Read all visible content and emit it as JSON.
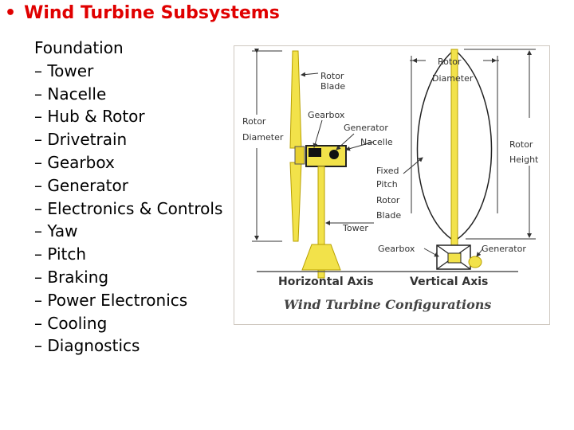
{
  "slide": {
    "bullet": "•",
    "title": "Wind Turbine Subsystems",
    "items": [
      "Foundation",
      "– Tower",
      "– Nacelle",
      "– Hub & Rotor",
      "– Drivetrain",
      "– Gearbox",
      "– Generator",
      "– Electronics & Controls",
      "– Yaw",
      "– Pitch",
      "– Braking",
      "– Power Electronics",
      "– Cooling",
      "– Diagnostics"
    ]
  },
  "figure": {
    "labels": {
      "rotor_blade_1": "Rotor",
      "rotor_blade_2": "Blade",
      "rotor_diameter_left_1": "Rotor",
      "rotor_diameter_left_2": "Diameter",
      "gearbox_top": "Gearbox",
      "generator_top": "Generator",
      "nacelle": "Nacelle",
      "fixed_1": "Fixed",
      "fixed_2": "Pitch",
      "fixed_3": "Rotor",
      "fixed_4": "Blade",
      "tower": "Tower",
      "rotor_diameter_right_1": "Rotor",
      "rotor_diameter_right_2": "Diameter",
      "rotor_height_1": "Rotor",
      "rotor_height_2": "Height",
      "gearbox_bottom": "Gearbox",
      "generator_bottom": "Generator",
      "horizontal_axis": "Horizontal Axis",
      "vertical_axis": "Vertical Axis",
      "caption": "Wind Turbine Configurations"
    },
    "colors": {
      "blade": "#f2e24a",
      "blade_stroke": "#b8a000",
      "nacelle": "#f2e24a",
      "line": "#333333",
      "text": "#333333"
    }
  }
}
